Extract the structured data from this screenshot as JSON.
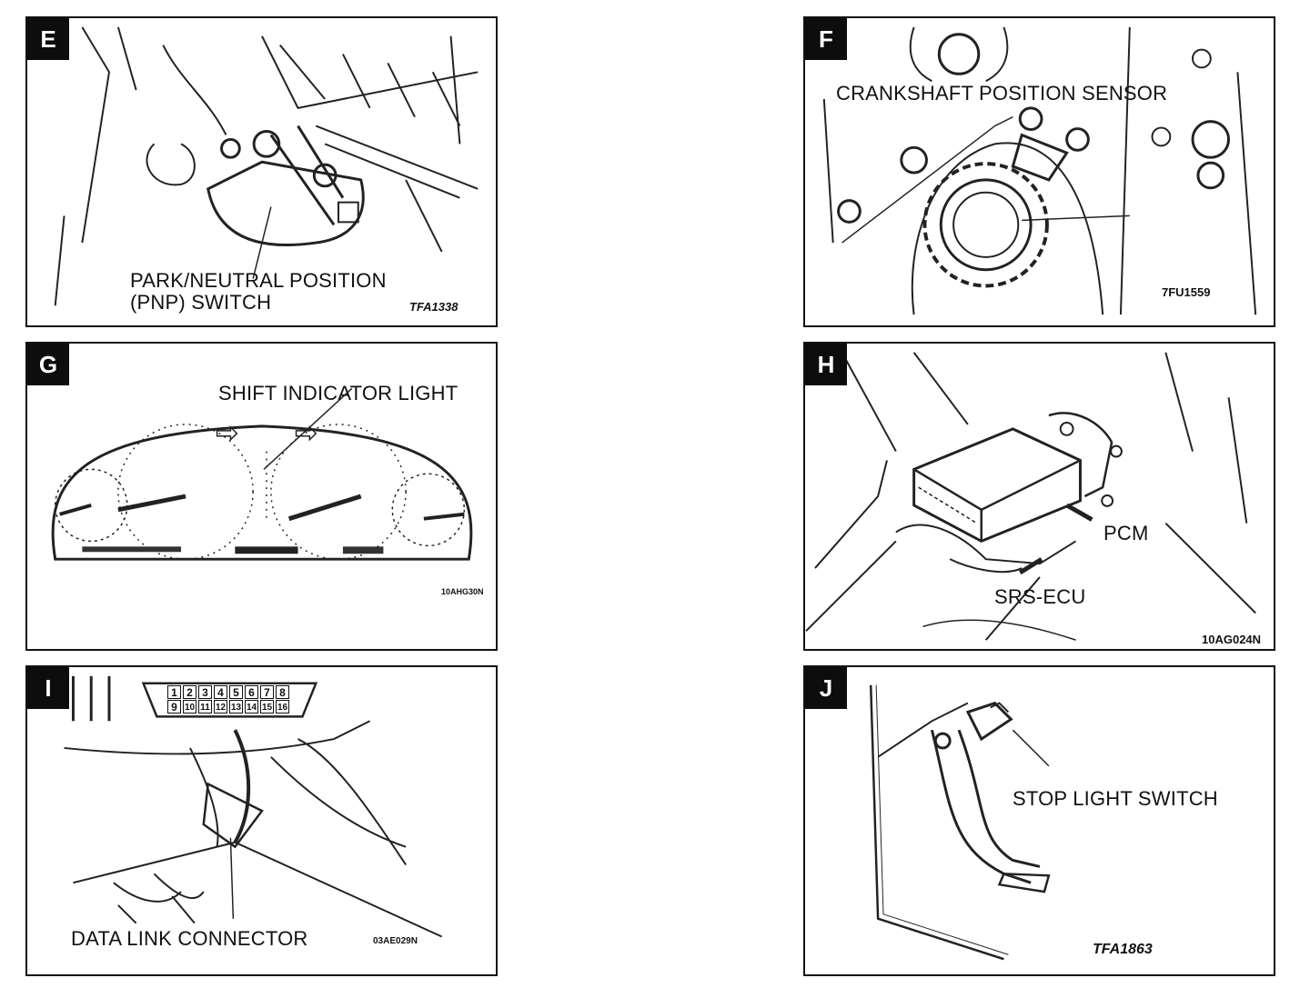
{
  "panels": {
    "E": {
      "letter": "E",
      "label_line1": "PARK/NEUTRAL POSITION",
      "label_line2": "(PNP) SWITCH",
      "code": "TFA1338"
    },
    "F": {
      "letter": "F",
      "label": "CRANKSHAFT POSITION SENSOR",
      "code": "7FU1559"
    },
    "G": {
      "letter": "G",
      "label": "SHIFT INDICATOR LIGHT",
      "code": "10AHG30N"
    },
    "H": {
      "letter": "H",
      "label_pcm": "PCM",
      "label_srs": "SRS-ECU",
      "code": "10AG024N"
    },
    "I": {
      "letter": "I",
      "label": "DATA LINK CONNECTOR",
      "code": "03AE029N",
      "pins_top": [
        "1",
        "2",
        "3",
        "4",
        "5",
        "6",
        "7",
        "8"
      ],
      "pins_bottom": [
        "9",
        "10",
        "11",
        "12",
        "13",
        "14",
        "15",
        "16"
      ]
    },
    "J": {
      "letter": "J",
      "label": "STOP LIGHT SWITCH",
      "code": "TFA1863"
    }
  }
}
